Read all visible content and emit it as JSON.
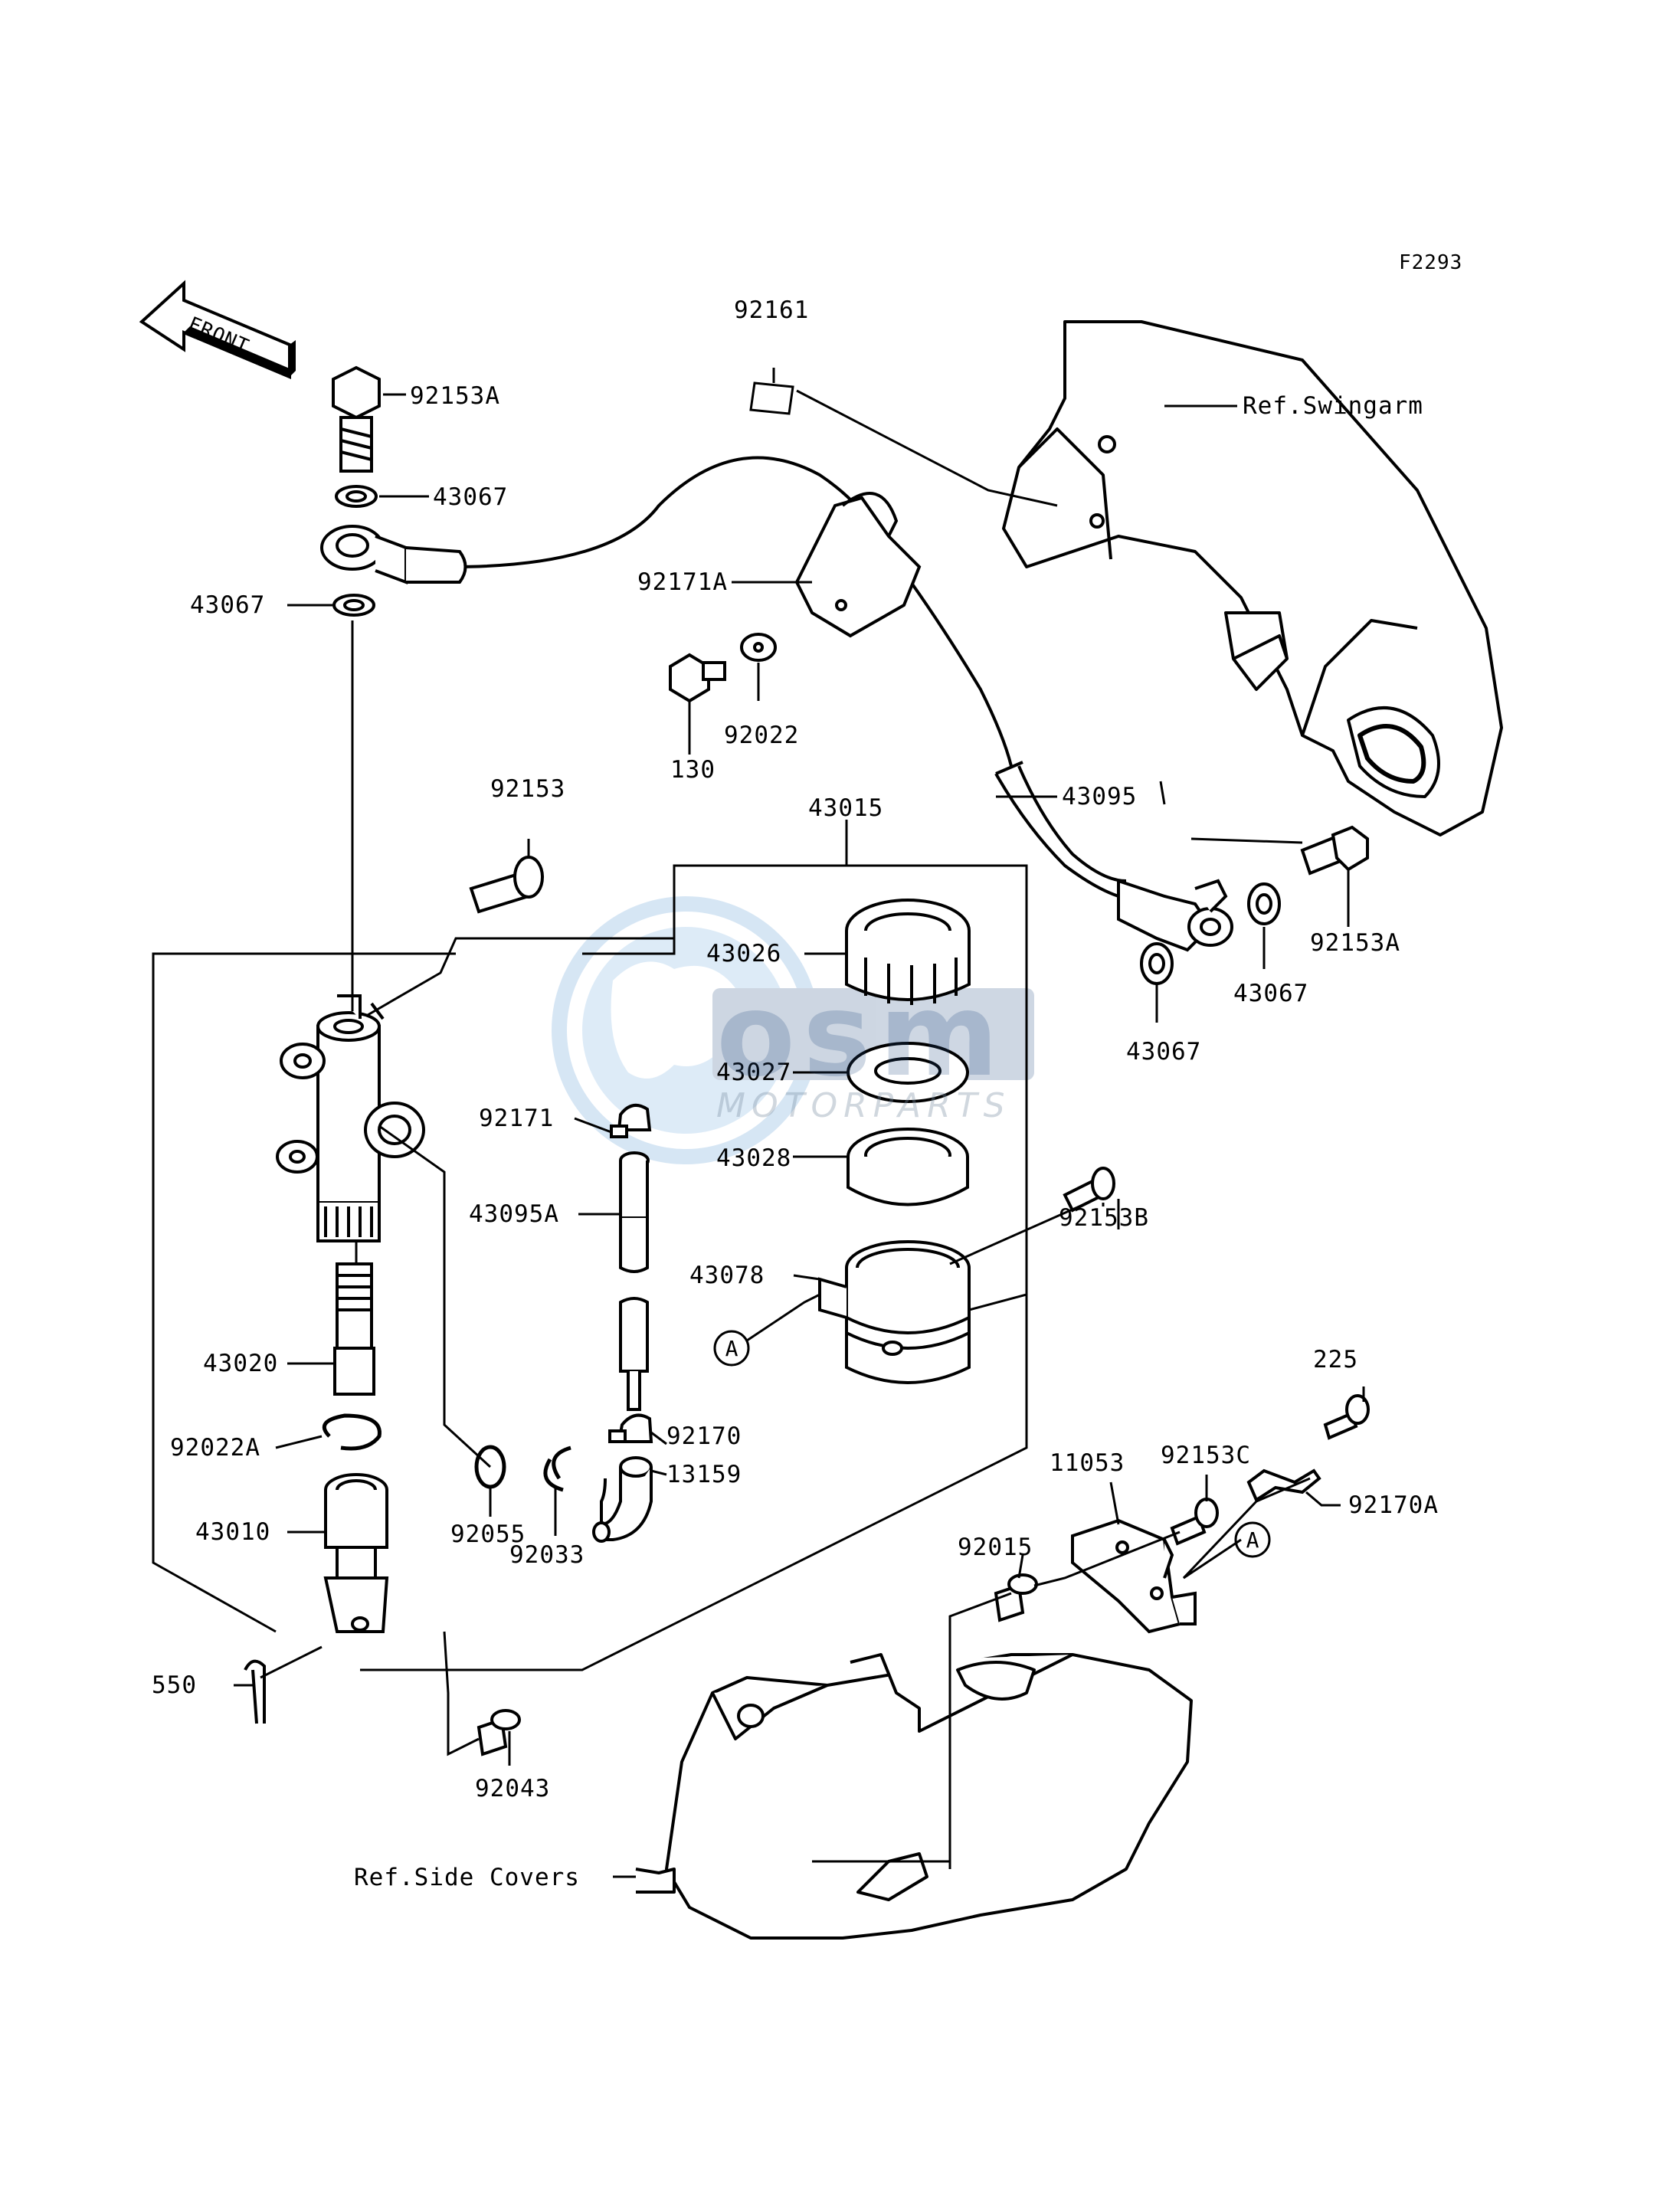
{
  "figure_code": "F2293",
  "front_arrow_text": "FRONT",
  "watermark": {
    "brand": "osm",
    "sub": "MOTORPARTS"
  },
  "refs": {
    "swingarm": "Ref.Swingarm",
    "side_covers": "Ref.Side Covers"
  },
  "callouts": {
    "a1": "A",
    "a2": "A"
  },
  "parts": {
    "p92161": "92161",
    "p92153A_top": "92153A",
    "p43067_a": "43067",
    "p43067_b": "43067",
    "p92171A": "92171A",
    "p130": "130",
    "p92022": "92022",
    "p43095": "43095",
    "p92153A_right": "92153A",
    "p43067_c": "43067",
    "p43067_d": "43067",
    "p92153": "92153",
    "p43015": "43015",
    "p43026": "43026",
    "p43027": "43027",
    "p92171": "92171",
    "p43028": "43028",
    "p92153B": "92153B",
    "p43095A": "43095A",
    "p43078": "43078",
    "p43020": "43020",
    "p92170": "92170",
    "p92022A": "92022A",
    "p13159": "13159",
    "p92055": "92055",
    "p92033": "92033",
    "p43010": "43010",
    "p225": "225",
    "p92153C": "92153C",
    "p11053": "11053",
    "p92170A": "92170A",
    "p92015": "92015",
    "p550": "550",
    "p92043": "92043"
  }
}
